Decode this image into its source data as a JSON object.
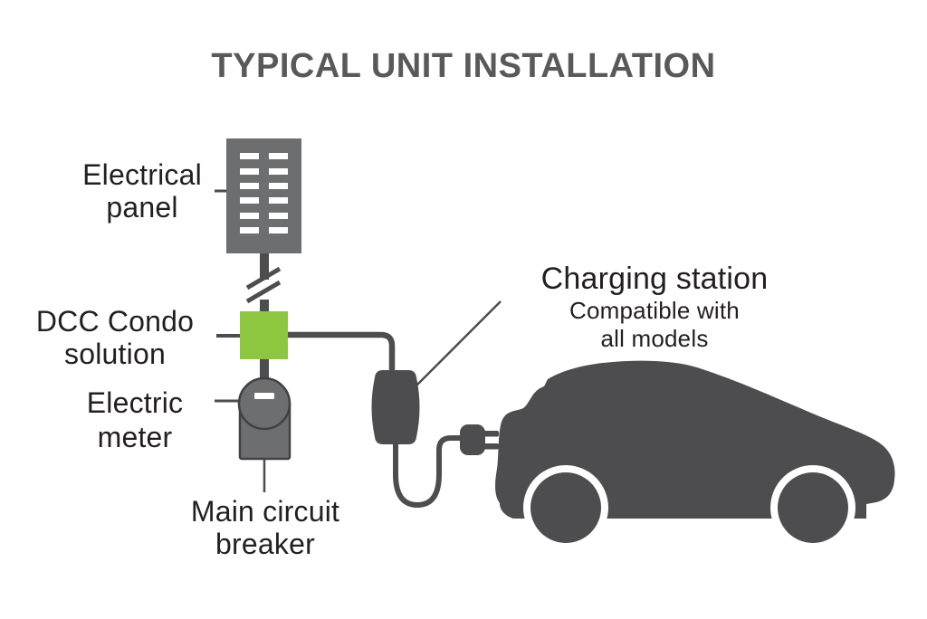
{
  "title": "TYPICAL UNIT INSTALLATION",
  "labels": {
    "electrical_panel": {
      "line1": "Electrical",
      "line2": "panel"
    },
    "dcc_condo": {
      "line1": "DCC Condo",
      "line2": "solution"
    },
    "electric_meter": {
      "line1": "Electric",
      "line2": "meter"
    },
    "main_circuit_breaker": {
      "line1": "Main circuit",
      "line2": "breaker"
    },
    "charging_station": {
      "title": "Charging station",
      "subtitle_line1": "Compatible with",
      "subtitle_line2": "all models"
    }
  },
  "colors": {
    "background": "#FFFFFF",
    "title_text": "#58595B",
    "label_text": "#231F20",
    "icon_gray": "#6D6E70",
    "dark_gray": "#4D4D4F",
    "outline": "#414042",
    "green": "#8DC63F",
    "white": "#FFFFFF"
  },
  "icons": {
    "electrical_panel": "electrical-panel-icon",
    "wire_break": "wire-break-icon",
    "dcc_device": "dcc-device-icon",
    "electric_meter": "electric-meter-icon",
    "charging_station": "charging-station-icon",
    "plug": "plug-icon",
    "car": "car-icon"
  }
}
